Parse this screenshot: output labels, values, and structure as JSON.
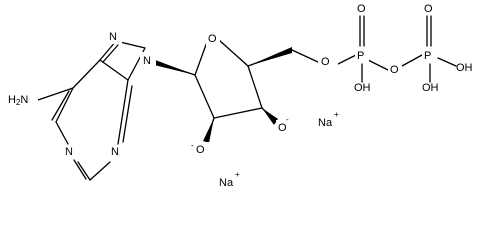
{
  "atoms": {
    "n_imid": "N",
    "n9": "N",
    "n1": "N",
    "n3": "N",
    "o_ring": "O",
    "o_bridge5": "O",
    "o_ppa": "O",
    "o_ppb": "O",
    "o_pb_top": "O",
    "oh_pa": "OH",
    "oh_pb_right": "OH",
    "oh_pb_bottom": "OH",
    "o_minus_2": "O",
    "o_minus_3": "O",
    "p_alpha": "P",
    "p_beta": "P",
    "h2n": "H2N"
  },
  "charges": {
    "o2": "-",
    "o3": "-",
    "na1": "+",
    "na2": "+"
  },
  "counterions": {
    "na1": "Na",
    "na2": "Na"
  }
}
